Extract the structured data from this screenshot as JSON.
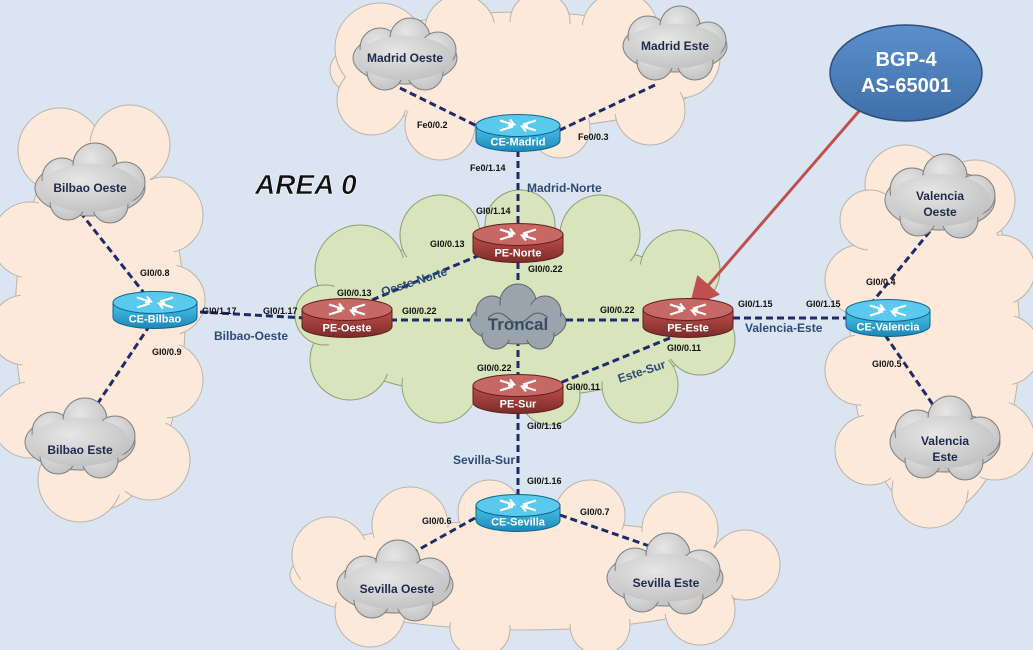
{
  "title": "AREA 0",
  "bgp": {
    "line1": "BGP-4",
    "line2": "AS-65001"
  },
  "core": {
    "label": "Troncal"
  },
  "pe_routers": {
    "norte": "PE-Norte",
    "oeste": "PE-Oeste",
    "este": "PE-Este",
    "sur": "PE-Sur"
  },
  "ce_routers": {
    "madrid": "CE-Madrid",
    "bilbao": "CE-Bilbao",
    "valencia": "CE-Valencia",
    "sevilla": "CE-Sevilla"
  },
  "sites": {
    "madrid_oeste": "Madrid Oeste",
    "madrid_este": "Madrid Este",
    "bilbao_oeste": "Bilbao Oeste",
    "bilbao_este": "Bilbao Este",
    "valencia_oeste_1": "Valencia",
    "valencia_oeste_2": "Oeste",
    "valencia_este_1": "Valencia",
    "valencia_este_2": "Este",
    "sevilla_oeste": "Sevilla Oeste",
    "sevilla_este": "Sevilla Este"
  },
  "links": {
    "madrid_norte": "Madrid-Norte",
    "oeste_norte": "Oeste-Norte",
    "bilbao_oeste": "Bilbao-Oeste",
    "valencia_este": "Valencia-Este",
    "este_sur": "Este-Sur",
    "sevilla_sur": "Sevilla-Sur"
  },
  "interfaces": {
    "madrid_fe02": "Fe0/0.2",
    "madrid_fe03": "Fe0/0.3",
    "madrid_fe114": "Fe0/1.14",
    "norte_gi114": "GI0/1.14",
    "norte_gi013": "GI0/0.13",
    "norte_gi022": "GI0/0.22",
    "oeste_gi013": "GI0/0.13",
    "oeste_gi022": "GI0/0.22",
    "oeste_gi117": "GI0/1.17",
    "bilbao_gi117": "GI0/1.17",
    "bilbao_gi08": "GI0/0.8",
    "bilbao_gi09": "GI0/0.9",
    "este_gi022": "GI0/0.22",
    "este_gi115": "GI0/1.15",
    "este_gi011": "GI0/0.11",
    "valencia_gi115": "GI0/1.15",
    "valencia_gi04": "GI0/0.4",
    "valencia_gi05": "GI0/0.5",
    "sur_gi022": "GI0/0.22",
    "sur_gi011": "GI0/0.11",
    "sur_gi116": "GI0/1.16",
    "sevilla_gi116": "GI0/1.16",
    "sevilla_gi06": "GI0/0.6",
    "sevilla_gi07": "GI0/0.7"
  },
  "colors": {
    "background": "#dbe5f1",
    "outer_cloud": "#fde9d9",
    "core_cloud": "#d7e4bc",
    "site_cloud": "#cfcfcf",
    "pe_router": "#953735",
    "ce_router": "#31a9d6",
    "bgp_oval": "#4f81bd",
    "arrow": "#c0504d",
    "link": "#1f2a6b"
  }
}
